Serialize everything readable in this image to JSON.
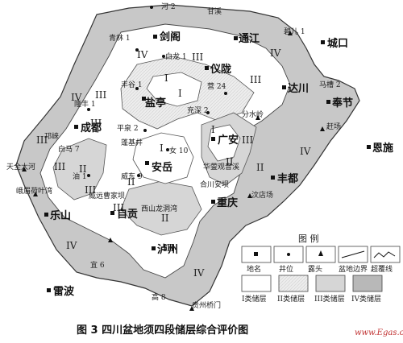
{
  "caption": "图 3   四川盆地须四段储层综合评价图",
  "watermark": "www.Egas.cn",
  "legend": {
    "title": "图 例",
    "symbols": [
      "地名",
      "井位",
      "露头",
      "盆地边界",
      "超覆线"
    ],
    "classes": [
      "I类储层",
      "II类储层",
      "III类储层",
      "IV类储层"
    ]
  },
  "cities": [
    "剑阁",
    "通江",
    "城口",
    "仪陇",
    "达川",
    "奉节",
    "成都",
    "盐亭",
    "广安",
    "恩施",
    "安岳",
    "丰都",
    "重庆",
    "乐山",
    "自贡",
    "泸州",
    "雷波"
  ],
  "wells": [
    "河 2",
    "甘溪",
    "青林 1",
    "碧儿 1",
    "白龙 1",
    "营 24",
    "丰谷 1",
    "马槽 2",
    "隆丰 1",
    "充深 2",
    "分水岭",
    "平泉 2",
    "赶场",
    "蓬基井",
    "女 10",
    "邛崃",
    "白马 7",
    "天全大河",
    "华蓥观音溪",
    "威东 9",
    "油 1",
    "合川安坝",
    "峨眉荷叶湾",
    "威远曹家坝",
    "西山龙洞湾",
    "汶店场",
    "宜 6",
    "高 8",
    "贵州桥门"
  ],
  "classes_on_map": [
    "I",
    "II",
    "III",
    "IV"
  ]
}
